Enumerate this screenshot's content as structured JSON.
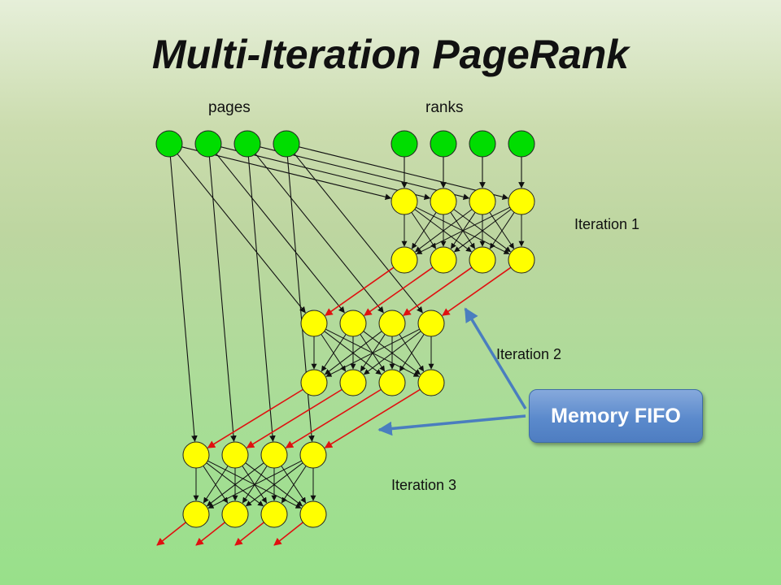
{
  "title": "Multi-Iteration PageRank",
  "labels": {
    "pages": "pages",
    "ranks": "ranks",
    "iteration1": "Iteration 1",
    "iteration2": "Iteration 2",
    "iteration3": "Iteration 3"
  },
  "memory_fifo": "Memory FIFO",
  "colors": {
    "input_node": "#00dd00",
    "compute_node": "#ffff00",
    "edge": "#111111",
    "fifo_edge": "#e01010",
    "fifo_pointer": "#4a7ebf"
  }
}
